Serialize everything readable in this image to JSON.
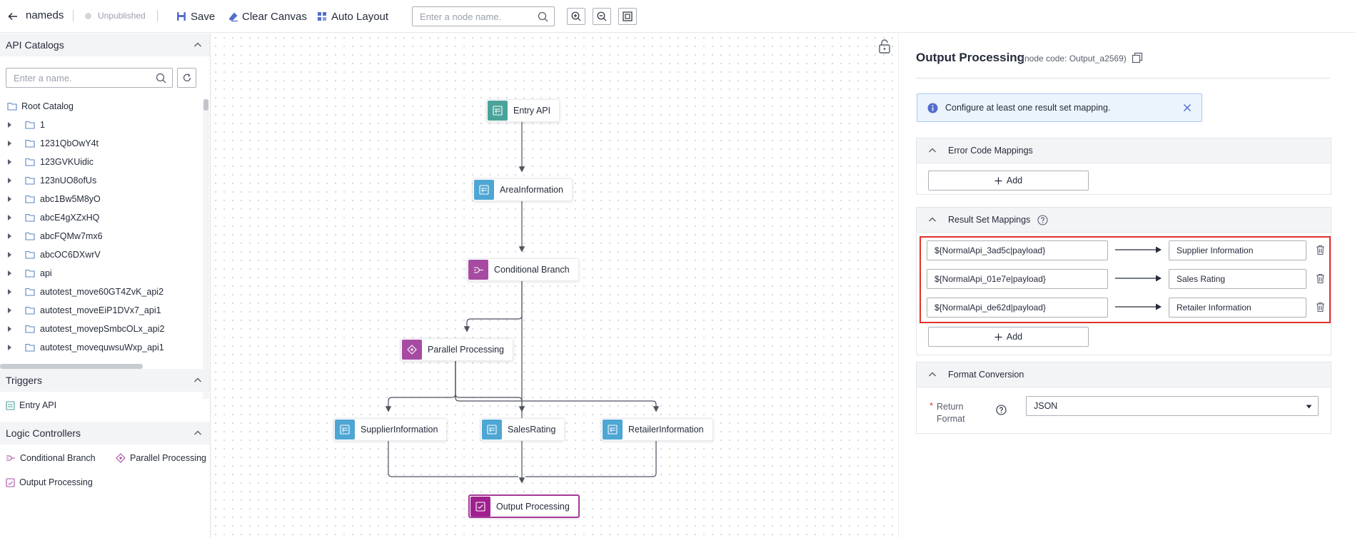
{
  "toolbar": {
    "back_icon": "arrow-left-icon",
    "flow_name": "nameds",
    "status": "Unpublished",
    "save": "Save",
    "clear_canvas": "Clear Canvas",
    "auto_layout": "Auto Layout",
    "node_search_placeholder": "Enter a node name."
  },
  "left_panel": {
    "api_catalogs": {
      "title": "API Catalogs",
      "search_placeholder": "Enter a name.",
      "root": "Root Catalog",
      "folders": [
        "1",
        "1231QbOwY4t",
        "123GVKUidic",
        "123nUO8ofUs",
        "abc1Bw5M8yO",
        "abcE4gXZxHQ",
        "abcFQMw7mx6",
        "abcOC6DXwrV",
        "api",
        "autotest_move60GT4ZvK_api2",
        "autotest_moveEiP1DVx7_api1",
        "autotest_movepSmbcOLx_api2",
        "autotest_movequwsuWxp_api1"
      ]
    },
    "triggers": {
      "title": "Triggers",
      "items": [
        "Entry API"
      ]
    },
    "logic_controllers": {
      "title": "Logic Controllers",
      "items": [
        "Conditional Branch",
        "Parallel Processing",
        "Output Processing"
      ]
    }
  },
  "canvas": {
    "nodes": {
      "entry": "Entry API",
      "area": "AreaInformation",
      "branch": "Conditional Branch",
      "parallel": "Parallel Processing",
      "supplier": "SupplierInformation",
      "sales": "SalesRating",
      "retailer": "RetailerInformation",
      "output": "Output Processing"
    }
  },
  "panel": {
    "title": "Output Processing",
    "node_code": "(node code: Output_a2569)",
    "info": "Configure at least one result set mapping.",
    "error_code_mappings": {
      "title": "Error Code Mappings",
      "add": "Add"
    },
    "result_set_mappings": {
      "title": "Result Set Mappings",
      "rows": [
        {
          "source": "${NormalApi_3ad5c|payload}",
          "target": "Supplier Information"
        },
        {
          "source": "${NormalApi_01e7e|payload}",
          "target": "Sales Rating"
        },
        {
          "source": "${NormalApi_de62d|payload}",
          "target": "Retailer Information"
        }
      ],
      "add": "Add"
    },
    "format_conversion": {
      "title": "Format Conversion",
      "required_mark": "*",
      "return_format_label": "Return Format",
      "return_format_value": "JSON"
    }
  },
  "colors": {
    "api_node": "#4ea6d4",
    "trigger_node": "#4aa39a",
    "controller_node": "#a64ba1",
    "output_node": "#a0208f",
    "highlight": "#e0302e",
    "info_bg": "#ebf3fc"
  }
}
